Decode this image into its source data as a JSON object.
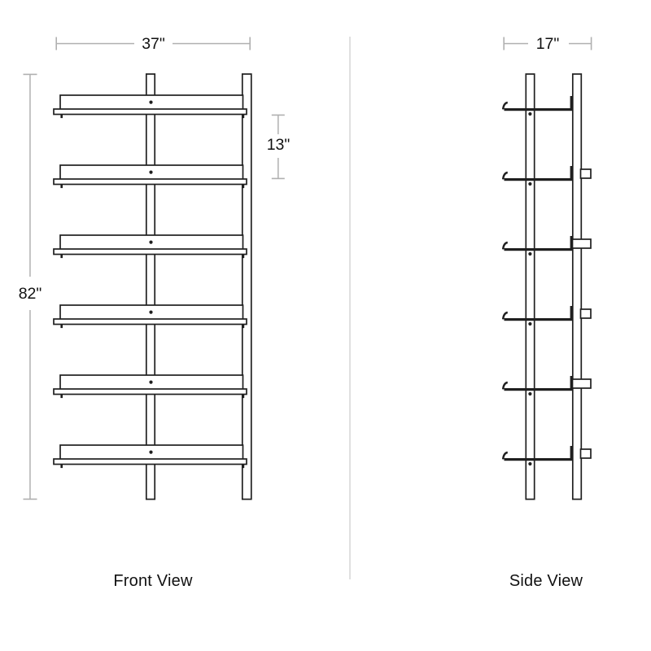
{
  "colors": {
    "background": "#ffffff",
    "linework": "#1f1f1f",
    "dimension": "#b0b0b0",
    "divider": "#d9d9d9",
    "text": "#111111"
  },
  "shelf_count": 6,
  "views": {
    "front": {
      "label": "Front View",
      "width_dim": "37\"",
      "height_dim": "82\"",
      "shelf_spacing_dim": "13\""
    },
    "side": {
      "label": "Side View",
      "width_dim": "17\""
    }
  }
}
